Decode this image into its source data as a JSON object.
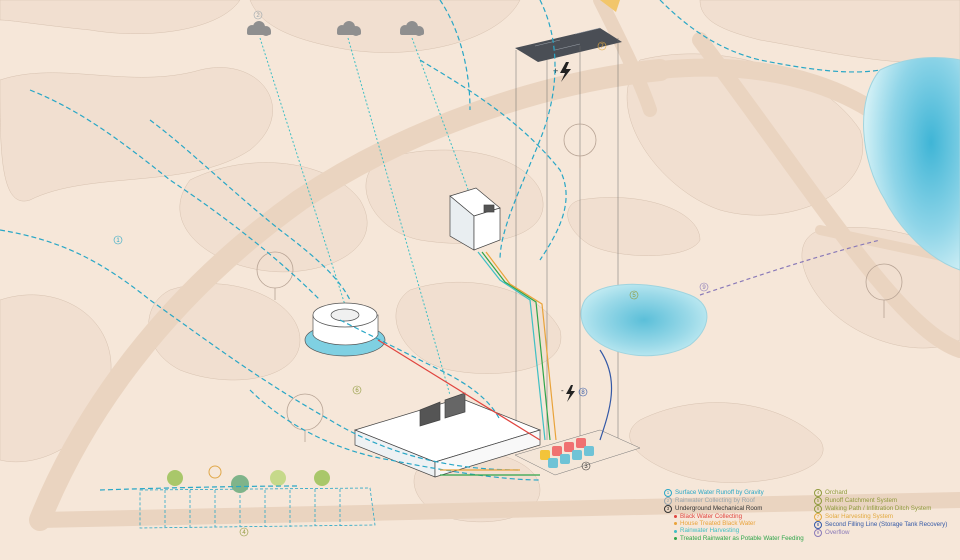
{
  "markers": {
    "m1": "1",
    "m2": "2",
    "m3": "3",
    "m4": "4",
    "m5": "5",
    "m6": "6",
    "m7": "7",
    "m8": "8",
    "m9": "9"
  },
  "energy": {
    "solar_symbol": "+ϟ",
    "mech_symbol": "-ϟ"
  },
  "legend": {
    "left": [
      {
        "num": "1",
        "label": "Surface Water Runoff by Gravity",
        "color": "#29a7c6"
      },
      {
        "num": "2",
        "label": "Rainwater Collecting by Roof",
        "color": "#9aa6ad"
      },
      {
        "num": "3",
        "label": "Underground Mechanical Room",
        "color": "#333333"
      }
    ],
    "left_sub": [
      {
        "label": "Black Water Collecting",
        "color": "#e0453f"
      },
      {
        "label": "House Treated Black Water",
        "color": "#e9a33a"
      },
      {
        "label": "Rainwater Harvesting",
        "color": "#3fbfc4"
      },
      {
        "label": "Treated Rainwater as Potable Water Feeding",
        "color": "#2fa54a"
      }
    ],
    "right": [
      {
        "num": "4",
        "label": "Orchard",
        "color": "#8f9a3c"
      },
      {
        "num": "5",
        "label": "Runoff Catchment System",
        "color": "#8f9a3c"
      },
      {
        "num": "6",
        "label": "Walking Path / Infiltration Ditch System",
        "color": "#8f9a3c"
      },
      {
        "num": "7",
        "label": "Solar Harvesting System",
        "color": "#e2a93e"
      },
      {
        "num": "8",
        "label": "Second Filling Line (Storage Tank Recovery)",
        "color": "#3358a6"
      },
      {
        "num": "9",
        "label": "Overflow",
        "color": "#8a7ab8"
      }
    ]
  },
  "colors": {
    "background": "#f6e7d9",
    "path": "#ead4c0",
    "runoff": "#29a7c6",
    "roof_rain": "#4db9c4",
    "black_water": "#e0453f",
    "treated_black": "#e9a33a",
    "potable": "#2fa54a",
    "second_fill": "#3358a6",
    "overflow": "#8a7ab8",
    "solar": "#e2a93e",
    "pond": "#8fd5e6"
  },
  "icons": [
    "cloud-icon",
    "solar-panel-icon",
    "lightning-icon",
    "tree-icon",
    "storage-tank-icon"
  ]
}
